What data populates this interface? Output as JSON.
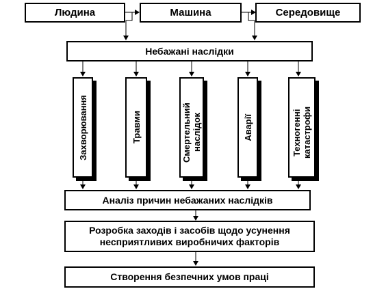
{
  "top_boxes": {
    "human": "Людина",
    "machine": "Машина",
    "environment": "Середовище"
  },
  "consequences": "Небажані наслідки",
  "categories": [
    "Захворювання",
    "Травми",
    "Смертельний наслідок",
    "Аварії",
    "Техногенні катастрофи"
  ],
  "analysis": "Аналіз причин небажаних наслідків",
  "measures": "Розробка заходів і засобів щодо усунення несприятливих виробничих факторів",
  "result": "Створення безпечних умов праці"
}
